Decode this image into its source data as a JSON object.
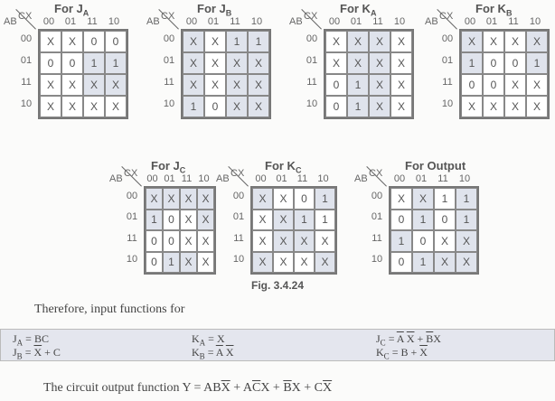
{
  "kmaps": [
    {
      "title": "For J",
      "sub": "A",
      "corner_top": "CX",
      "corner_left": "AB",
      "cols": [
        "00",
        "01",
        "11",
        "10"
      ],
      "rows": [
        "00",
        "01",
        "11",
        "10"
      ],
      "cells": [
        [
          "X",
          "X",
          "0",
          "0"
        ],
        [
          "0",
          "0",
          "1",
          "1"
        ],
        [
          "X",
          "X",
          "X",
          "X"
        ],
        [
          "X",
          "X",
          "X",
          "X"
        ]
      ],
      "groups": [
        [
          1,
          2
        ],
        [
          1,
          3
        ],
        [
          2,
          2
        ],
        [
          2,
          3
        ]
      ]
    },
    {
      "title": "For J",
      "sub": "B",
      "corner_top": "CX",
      "corner_left": "AB",
      "cols": [
        "00",
        "01",
        "11",
        "10"
      ],
      "rows": [
        "00",
        "01",
        "11",
        "10"
      ],
      "cells": [
        [
          "X",
          "X",
          "1",
          "1"
        ],
        [
          "X",
          "X",
          "X",
          "X"
        ],
        [
          "X",
          "X",
          "X",
          "X"
        ],
        [
          "1",
          "0",
          "X",
          "X"
        ]
      ],
      "groups": [
        [
          0,
          0
        ],
        [
          1,
          0
        ],
        [
          2,
          0
        ],
        [
          3,
          0
        ],
        [
          0,
          2
        ],
        [
          1,
          2
        ],
        [
          2,
          2
        ],
        [
          3,
          2
        ],
        [
          0,
          3
        ],
        [
          1,
          3
        ],
        [
          2,
          3
        ],
        [
          3,
          3
        ]
      ]
    },
    {
      "title": "For K",
      "sub": "A",
      "corner_top": "CX",
      "corner_left": "AB",
      "cols": [
        "00",
        "01",
        "11",
        "10"
      ],
      "rows": [
        "00",
        "01",
        "11",
        "10"
      ],
      "cells": [
        [
          "X",
          "X",
          "X",
          "X"
        ],
        [
          "X",
          "X",
          "X",
          "X"
        ],
        [
          "0",
          "1",
          "X",
          "X"
        ],
        [
          "0",
          "1",
          "X",
          "X"
        ]
      ],
      "groups": [
        [
          0,
          1
        ],
        [
          1,
          1
        ],
        [
          2,
          1
        ],
        [
          3,
          1
        ],
        [
          0,
          2
        ],
        [
          1,
          2
        ],
        [
          2,
          2
        ],
        [
          3,
          2
        ]
      ]
    },
    {
      "title": "For K",
      "sub": "B",
      "corner_top": "CX",
      "corner_left": "AB",
      "cols": [
        "00",
        "01",
        "11",
        "10"
      ],
      "rows": [
        "00",
        "01",
        "11",
        "10"
      ],
      "cells": [
        [
          "X",
          "X",
          "X",
          "X"
        ],
        [
          "1",
          "0",
          "0",
          "1"
        ],
        [
          "0",
          "0",
          "X",
          "X"
        ],
        [
          "X",
          "X",
          "X",
          "X"
        ]
      ],
      "groups": [
        [
          0,
          0
        ],
        [
          1,
          0
        ],
        [
          0,
          3
        ],
        [
          1,
          3
        ]
      ]
    },
    {
      "title": "For J",
      "sub": "C",
      "corner_top": "CX",
      "corner_left": "AB",
      "cols": [
        "00",
        "01",
        "11",
        "10"
      ],
      "rows": [
        "00",
        "01",
        "11",
        "10"
      ],
      "cells": [
        [
          "X",
          "X",
          "X",
          "X"
        ],
        [
          "1",
          "0",
          "X",
          "X"
        ],
        [
          "0",
          "0",
          "X",
          "X"
        ],
        [
          "0",
          "1",
          "X",
          "X"
        ]
      ],
      "groups": [
        [
          0,
          0
        ],
        [
          1,
          0
        ],
        [
          0,
          1
        ],
        [
          0,
          2
        ],
        [
          0,
          3
        ],
        [
          1,
          3
        ],
        [
          3,
          1
        ],
        [
          3,
          2
        ]
      ]
    },
    {
      "title": "For K",
      "sub": "C",
      "corner_top": "CX",
      "corner_left": "AB",
      "cols": [
        "00",
        "01",
        "11",
        "10"
      ],
      "rows": [
        "00",
        "01",
        "11",
        "10"
      ],
      "cells": [
        [
          "X",
          "X",
          "0",
          "1"
        ],
        [
          "X",
          "X",
          "1",
          "1"
        ],
        [
          "X",
          "X",
          "X",
          "X"
        ],
        [
          "X",
          "X",
          "X",
          "X"
        ]
      ],
      "groups": [
        [
          0,
          0
        ],
        [
          3,
          0
        ],
        [
          0,
          3
        ],
        [
          3,
          3
        ],
        [
          1,
          1
        ],
        [
          1,
          2
        ],
        [
          2,
          1
        ],
        [
          2,
          2
        ]
      ]
    },
    {
      "title": "For Output",
      "sub": "",
      "corner_top": "CX",
      "corner_left": "AB",
      "cols": [
        "00",
        "01",
        "11",
        "10"
      ],
      "rows": [
        "00",
        "01",
        "11",
        "10"
      ],
      "cells": [
        [
          "X",
          "X",
          "1",
          "1"
        ],
        [
          "0",
          "1",
          "0",
          "1"
        ],
        [
          "1",
          "0",
          "X",
          "X"
        ],
        [
          "0",
          "1",
          "X",
          "X"
        ]
      ],
      "groups": [
        [
          0,
          1
        ],
        [
          1,
          1
        ],
        [
          0,
          3
        ],
        [
          1,
          3
        ],
        [
          2,
          3
        ],
        [
          3,
          3
        ],
        [
          2,
          0
        ],
        [
          3,
          1
        ],
        [
          3,
          2
        ]
      ]
    }
  ],
  "caption": "Fig. 3.4.24",
  "intro": "Therefore, input functions for",
  "equations": [
    [
      {
        "t": "J"
      },
      {
        "t": "A",
        "sub": true
      },
      {
        "t": "  = BC"
      }
    ],
    [
      {
        "t": "J"
      },
      {
        "t": "B",
        "sub": true
      },
      {
        "t": " = "
      },
      {
        "t": "X",
        "bar": true
      },
      {
        "t": " + C"
      }
    ],
    [
      {
        "t": "K"
      },
      {
        "t": "A",
        "sub": true
      },
      {
        "t": "  = X"
      }
    ],
    [
      {
        "t": "K"
      },
      {
        "t": "B",
        "sub": true
      },
      {
        "t": " = "
      },
      {
        "t": "A",
        "bar": true
      },
      {
        "t": " "
      },
      {
        "t": "X",
        "bar": true
      }
    ],
    [
      {
        "t": "J"
      },
      {
        "t": "C",
        "sub": true
      },
      {
        "t": " = "
      },
      {
        "t": "A",
        "bar": true
      },
      {
        "t": " "
      },
      {
        "t": "X",
        "bar": true
      },
      {
        "t": " + "
      },
      {
        "t": "B",
        "bar": true
      },
      {
        "t": "X"
      }
    ],
    [
      {
        "t": "K"
      },
      {
        "t": "C",
        "sub": true
      },
      {
        "t": " = B + "
      },
      {
        "t": "X",
        "bar": true
      }
    ]
  ],
  "final": [
    {
      "t": "The circuit output function Y = AB"
    },
    {
      "t": "X",
      "bar": true
    },
    {
      "t": " + A"
    },
    {
      "t": "C",
      "bar": true
    },
    {
      "t": "X + "
    },
    {
      "t": "B",
      "bar": true
    },
    {
      "t": "X + C"
    },
    {
      "t": "X",
      "bar": true
    }
  ]
}
